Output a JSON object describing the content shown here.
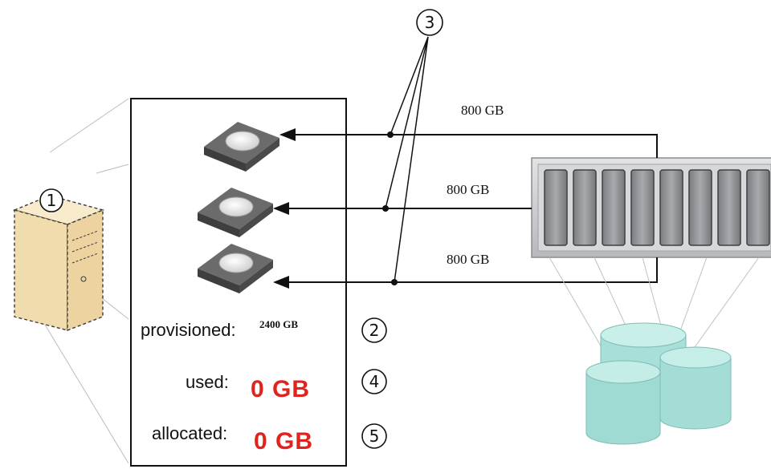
{
  "callouts": {
    "server": "1",
    "provisioned": "2",
    "links": "3",
    "used": "4",
    "allocated": "5"
  },
  "links": [
    {
      "capacity": "800 GB"
    },
    {
      "capacity": "800 GB"
    },
    {
      "capacity": "800 GB"
    }
  ],
  "host_panel": {
    "provisioned_label": "provisioned:",
    "provisioned_value": "2400 GB",
    "used_label": "used:",
    "used_value": "0 GB",
    "allocated_label": "allocated:",
    "allocated_value": "0 GB"
  },
  "colors": {
    "server_fill": "#f3e1b9",
    "disk_body": "#5a5a5a",
    "array_fill": "#c9cacc",
    "array_slot": "#8e9094",
    "pool_cylinder": "#a9e3dc",
    "value_red": "#e0241d"
  }
}
